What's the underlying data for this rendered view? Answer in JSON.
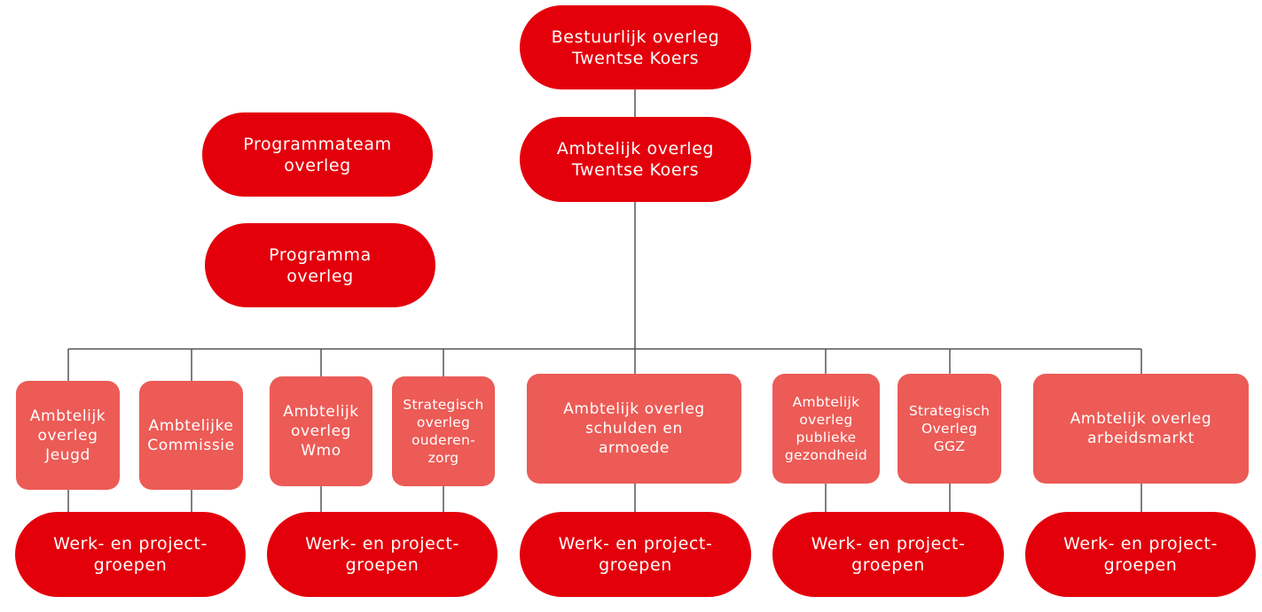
{
  "colors": {
    "primary": "#e3000b",
    "secondary": "#ec5b56",
    "connector": "#555555"
  },
  "top": {
    "bestuurlijk": "Bestuurlijk overleg\nTwentse Koers",
    "ambtelijk": "Ambtelijk overleg\nTwentse Koers",
    "programmateam": "Programmateam\noverleg",
    "programma": "Programma\noverleg"
  },
  "middle": [
    "Ambtelijk\noverleg\nJeugd",
    "Ambtelijke\nCommissie",
    "Ambtelijk\noverleg\nWmo",
    "Strategisch\noverleg\nouderen-\nzorg",
    "Ambtelijk overleg\nschulden en\narmoede",
    "Ambtelijk\noverleg\npublieke\ngezondheid",
    "Strategisch\nOverleg\nGGZ",
    "Ambtelijk overleg\narbeidsmarkt"
  ],
  "bottom": [
    "Werk- en project-\ngroepen",
    "Werk- en project-\ngroepen",
    "Werk- en project-\ngroepen",
    "Werk- en project-\ngroepen",
    "Werk- en project-\ngroepen"
  ]
}
